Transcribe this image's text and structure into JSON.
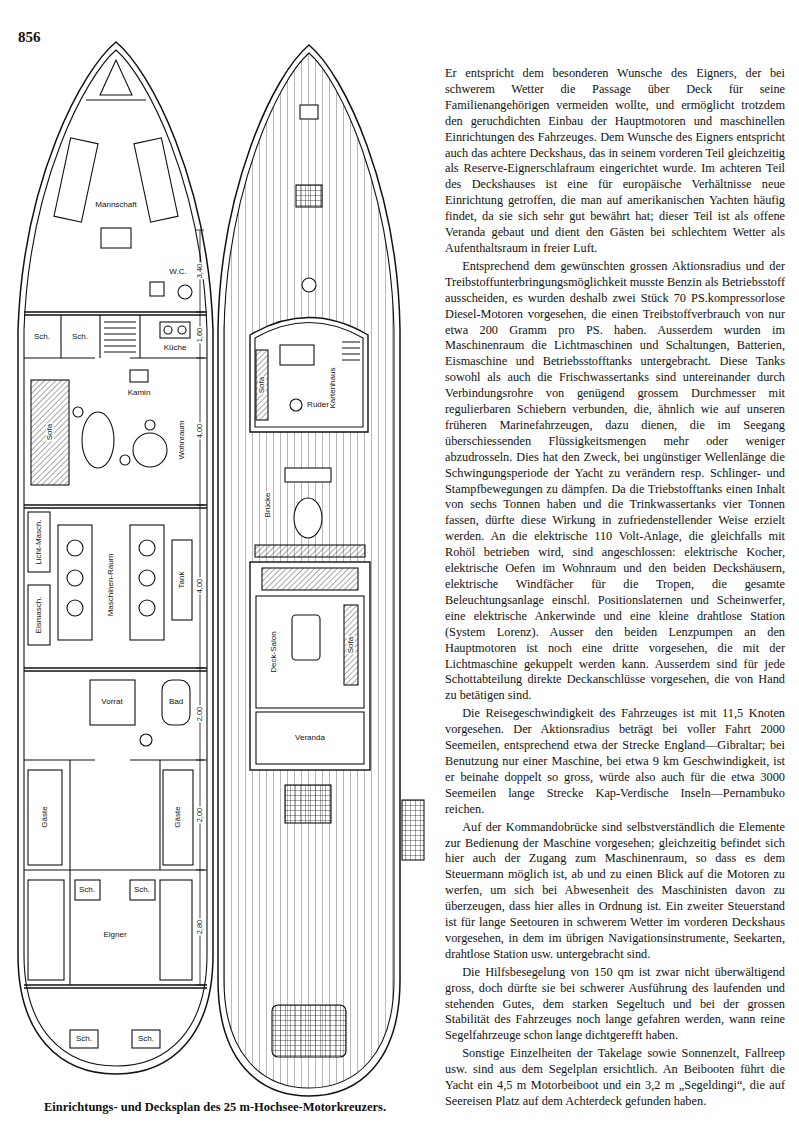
{
  "diagram": {
    "caption": "Einrichtungs- und Decksplan des 25 m-Hochsee-Motorkreuzers.",
    "labels": [
      "856",
      "Er entspricht dem besonderen Wunsche des Eigners, der bei schwerem Wetter die Passage über Deck für seine Familienangehörigen vermeiden wollte, und ermöglicht trotzdem den geruchdichten Einbau der Hauptmotoren und maschinellen Einrichtungen des Fahrzeuges. Dem Wunsche des Eigners entspricht auch das achtere Deckshaus, das in seinem vorderen Teil gleichzeitig als Reserve-Eignerschlafraum eingerichtet wurde. Im achteren Teil des Deckshauses ist eine für europäische Verhältnisse neue Einrichtung getroffen, die man auf amerikanischen Yachten häufig findet, da sie sich sehr gut bewährt hat; dieser Teil ist als offene Veranda gebaut und dient den Gästen bei schlechtem Wetter als Aufenthaltsraum in freier Luft.",
      "Entsprechend dem gewünschten grossen Aktionsradius und der Treibstoffunterbringungsmöglichkeit musste Benzin als Betriebsstoff ausscheiden, es wurden deshalb zwei Stück 70 PS.kompressorlose Diesel-Motoren vorgesehen, die einen Treibstoffverbrauch von nur etwa 200 Gramm pro PS. haben. Ausserdem wurden im Maschinenraum die Lichtmaschinen und Schaltungen, Batterien, Eismaschine und Betriebsstofftanks untergebracht. Diese Tanks sowohl als auch die Frischwassertanks sind untereinander durch Verbindungsrohre von genügend grossem Durchmesser mit regulierbaren Schiebern verbunden, die, ähnlich wie auf unseren früheren Marinefahrzeugen, dazu dienen, die im Seegang überschiessenden Flüssigkeitsmengen mehr oder weniger abzudrosseln. Dies hat den Zweck, bei ungünstiger Wellenlänge die Schwingungsperiode der Yacht zu verändern resp. Schlinger- und Stampfbewegungen zu dämpfen. Da die Triebstofftanks einen Inhalt von sechs Tonnen haben und die Trinkwassertanks vier Tonnen fassen, dürfte diese Wirkung in zufriedenstellender Weise erzielt werden. An die elektrische 110 Volt-Anlage, die gleichfalls mit Rohöl betrieben wird, sind angeschlossen: elektrische Kocher, elektrische Oefen im Wohnraum und den beiden Deckshäusern, elektrische Windfächer für die Tropen, die gesamte Beleuchtungsanlage einschl. Positionslaternen und Scheinwerfer, eine elektrische Ankerwinde und eine kleine drahtlose Station (System Lorenz). Ausser den beiden Lenzpumpen an den Hauptmotoren ist noch eine dritte vorgesehen, die mit der Lichtmaschine gekuppelt werden kann. Ausserdem sind für jede Schottabteilung direkte Deckanschlüsse vorgesehen, die von Hand zu betätigen sind.",
      "Die Reisegeschwindigkeit des Fahrzeuges ist mit 11,5 Knoten vorgesehen. Der Aktionsradius beträgt bei voller Fahrt 2000 Seemeilen, entsprechend etwa der Strecke England—Gibraltar; bei Benutzung nur einer Maschine, bei etwa 9 km Geschwindigkeit, ist er beinahe doppelt so gross, würde also auch für die etwa 3000 Seemeilen lange Strecke Kap-Verdische Inseln—Pernambuko reichen.",
      "Auf der Kommandobrücke sind selbstverständlich die Elemente zur Bedienung der Maschine vorgesehen; gleichzeitig befindet sich hier auch der Zugang zum Maschinenraum, so dass es dem Steuermann möglich ist, ab und zu einen Blick auf die Motoren zu werfen, um sich bei Abwesenheit des Maschinisten davon zu überzeugen, dass hier alles in Ordnung ist. Ein zweiter Steuerstand ist für lange Seetouren in schwerem Wetter im vorderen Deckshaus vorgesehen, in dem im übrigen Navigationsinstrumente, Seekarten, drahtlose Station usw. untergebracht sind.",
      "Die Hilfsbesegelung von 150 qm ist zwar nicht überwältigend gross, doch dürfte sie bei schwerer Ausführung des laufenden und stehenden Gutes, dem starken Segeltuch und bei der grossen Stabilität des Fahrzeuges noch lange gefahren werden, wann reine Segelfahrzeuge schon lange dichtgerefft haben.",
      "Sonstige Einzelheiten der Takelage sowie Sonnenzelt, Fallreep usw. sind aus dem Segelplan ersichtlich. An Beibooten führt die Yacht ein 4,5 m Motorbeiboot und ein 3,2 m „Segeldingi“, die auf Seereisen Platz auf dem Achterdeck gefunden haben.",
      "Mannschaft",
      "W.C.",
      "Sch.",
      "Sch.",
      "Küche",
      "Wohnraum",
      "Kamin",
      "Sofa",
      "Maschinen-Raum",
      "Licht-Masch.",
      "Eismasch.",
      "Tank",
      "Vorrat",
      "Bad",
      "Gäste",
      "Gäste",
      "Sch.",
      "Sch.",
      "Eigner",
      "Sch.",
      "Sch.",
      "3,40",
      "1,60",
      "4,00",
      "4,00",
      "2,00",
      "2,00",
      "2,80",
      "Kartenhaus",
      "Sofa",
      "Ruder",
      "Brücke",
      "Deck-Salon",
      "Sofa",
      "Veranda"
    ]
  }
}
